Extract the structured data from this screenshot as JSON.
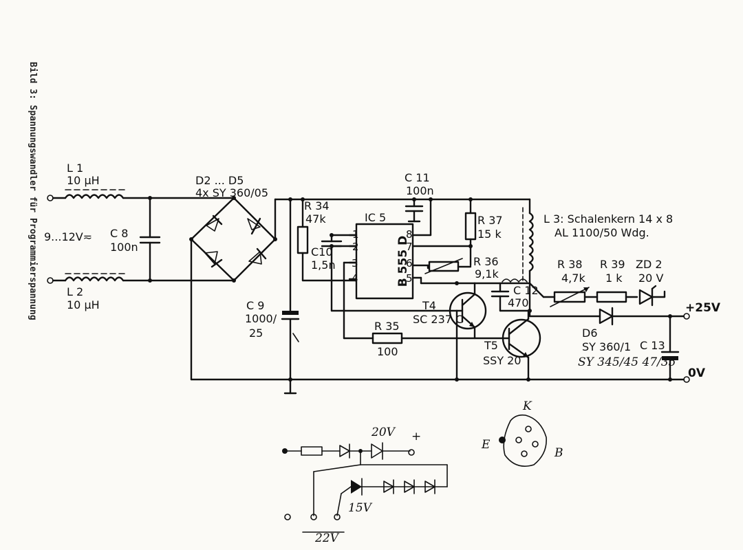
{
  "caption": "Bild 3: Spannungswandler für Programmierspannung",
  "labels": {
    "l1": "L 1",
    "l1_val": "10 µH",
    "l2": "L 2",
    "l2_val": "10 µH",
    "vin": "9...12V≂",
    "c8": "C 8",
    "c8_val": "100n",
    "d2d5": "D2 ... D5",
    "d2d5_val": "4x SY 360/05",
    "c9": "C 9",
    "c9_val1": "1000/",
    "c9_val2": "25",
    "r34": "R 34",
    "r34_val": "47k",
    "c10": "C10",
    "c10_val": "1,5n",
    "ic5": "IC 5",
    "ic5_type": "B 555 D",
    "c11": "C 11",
    "c11_val": "100n",
    "r37": "R 37",
    "r37_val": "15 k",
    "r36": "R 36",
    "r36_val": "9,1k",
    "r35": "R 35",
    "r35_val": "100",
    "t4": "T4",
    "t4_type": "SC 237 C",
    "c12": "C 12",
    "c12_val": "470",
    "t5": "T5",
    "t5_type": "SSY 20",
    "l3": "L 3: Schalenkern 14 x 8",
    "l3_val": "AL 1100/50 Wdg.",
    "r38": "R 38",
    "r38_val": "4,7k",
    "r39": "R 39",
    "r39_val": "1 k",
    "zd2": "ZD 2",
    "zd2_val": "20 V",
    "d6": "D6",
    "d6_val": "SY 360/1",
    "d6_alt": "SY 345/45 47/35",
    "c13": "C 13",
    "vout": "+25V",
    "v0": "0V"
  },
  "pins": [
    "1",
    "2",
    "3",
    "4",
    "5",
    "6",
    "7",
    "8"
  ],
  "sketch": {
    "v20": "20V",
    "plus": "+",
    "v15": "15V",
    "v22": "22V",
    "k": "K",
    "e": "E",
    "b": "B"
  }
}
